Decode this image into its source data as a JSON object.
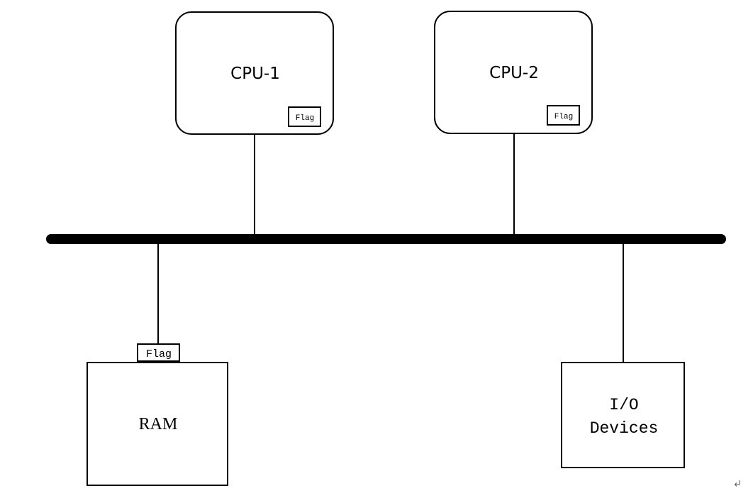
{
  "cpu1": {
    "label": "CPU-1",
    "flag": "Flag"
  },
  "cpu2": {
    "label": "CPU-2",
    "flag": "Flag"
  },
  "ram": {
    "label": "RAM",
    "flag": "Flag"
  },
  "io": {
    "line1": "I/O",
    "line2": "Devices"
  },
  "colors": {
    "stroke": "#000000",
    "background": "#ffffff"
  },
  "icons": {
    "paragraph_mark": "return-arrow-icon"
  }
}
